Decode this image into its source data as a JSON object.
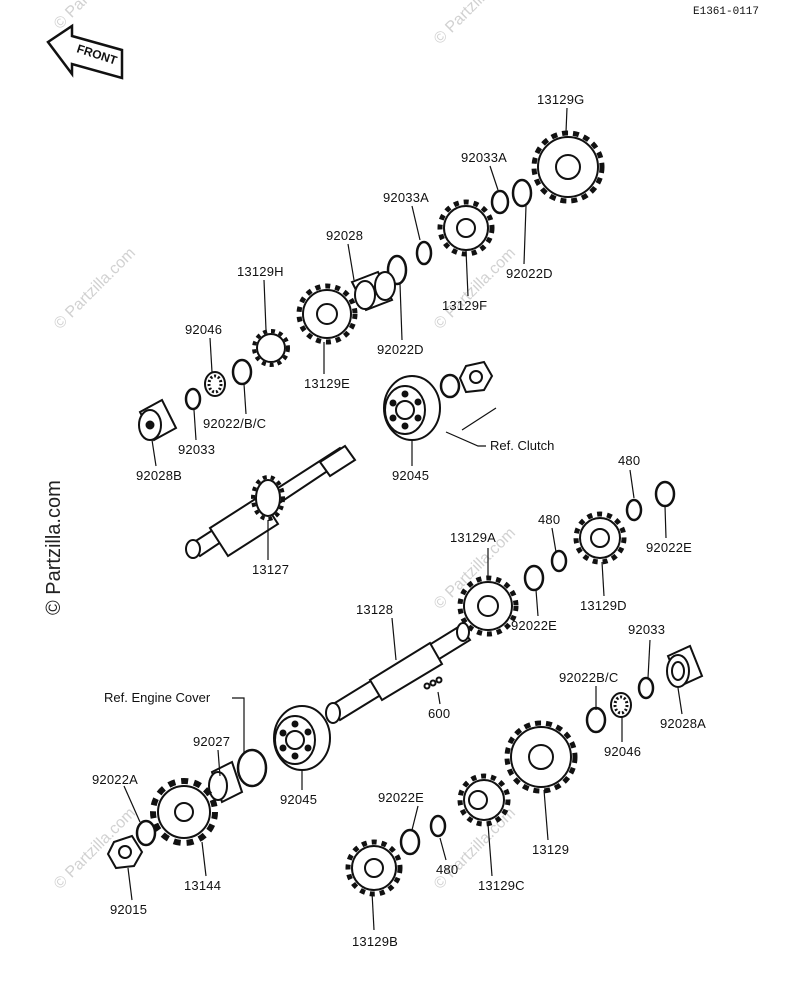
{
  "diagram_code": "E1361-0117",
  "front_label": "FRONT",
  "watermark": "© Partzilla.com",
  "refs": {
    "clutch": "Ref. Clutch",
    "engine_cover": "Ref. Engine Cover"
  },
  "labels": {
    "p13129G": "13129G",
    "p92033A_1": "92033A",
    "p92033A_2": "92033A",
    "p92028": "92028",
    "p13129H": "13129H",
    "p92046_1": "92046",
    "p92022D_1": "92022D",
    "p13129F": "13129F",
    "p92022D_2": "92022D",
    "p13129E": "13129E",
    "p92022BC_1": "92022/B/C",
    "p92033_1": "92033",
    "p92028B": "92028B",
    "p92045_1": "92045",
    "p480_1": "480",
    "p480_2": "480",
    "p13129A": "13129A",
    "p92022E_1": "92022E",
    "p13127": "13127",
    "p13129D": "13129D",
    "p92022E_2": "92022E",
    "p13128": "13128",
    "p92033_2": "92033",
    "p92022BC_2": "92022B/C",
    "p600": "600",
    "p92028A": "92028A",
    "p92046_2": "92046",
    "p92027": "92027",
    "p92045_2": "92045",
    "p92022A": "92022A",
    "p92022E_3": "92022E",
    "p13129": "13129",
    "p13144": "13144",
    "p480_3": "480",
    "p13129C": "13129C",
    "p92015": "92015",
    "p13129B": "13129B"
  }
}
